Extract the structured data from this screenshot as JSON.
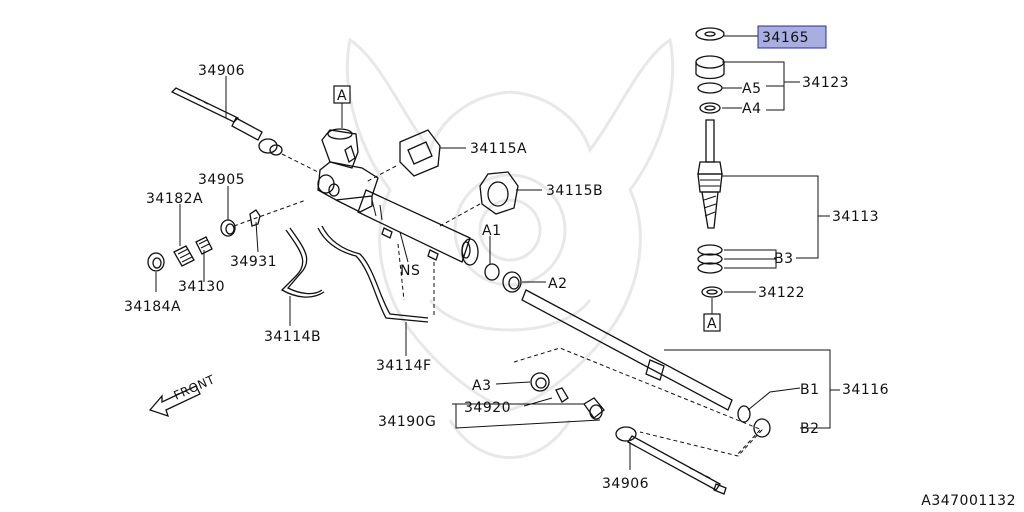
{
  "diagram": {
    "figure_code": "A347001132",
    "highlighted_part": "34165",
    "callouts": {
      "c34906_top": "34906",
      "c34905": "34905",
      "c34182A": "34182A",
      "c34130": "34130",
      "c34184A": "34184A",
      "c34931": "34931",
      "c34114B": "34114B",
      "c34114F": "34114F",
      "c34115A": "34115A",
      "c34115B": "34115B",
      "cA1": "A1",
      "cA2": "A2",
      "cNS": "NS",
      "cA3": "A3",
      "c34920": "34920",
      "c34190G": "34190G",
      "c34906_bottom": "34906",
      "cB1": "B1",
      "cB2": "B2",
      "c34116": "34116",
      "c34165": "34165",
      "cA5": "A5",
      "cA4": "A4",
      "c34123": "34123",
      "c34113": "34113",
      "cB3": "B3",
      "c34122": "34122",
      "front": "FRONT"
    },
    "boxed_refs": {
      "ref_top": "A",
      "ref_right": "A"
    }
  }
}
